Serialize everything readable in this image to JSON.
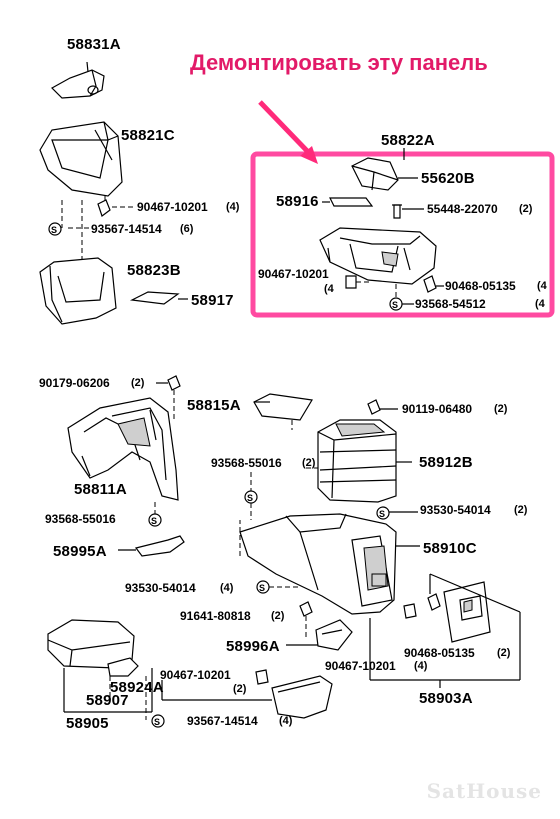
{
  "annotation": {
    "text": "Демонтировать эту панель",
    "color": "#e21a68"
  },
  "highlight_color": "#e21a68",
  "watermark": "SatHouse",
  "parts": {
    "p58831A": "58831A",
    "p58821C": "58821C",
    "p90467_10201_top": "90467-10201",
    "q90467_10201_top": "(4)",
    "p93567_14514_top": "93567-14514",
    "q93567_14514_top": "(6)",
    "p58823B": "58823B",
    "p58917": "58917",
    "p58822A": "58822A",
    "p55620B": "55620B",
    "p58916": "58916",
    "p55448_22070": "55448-22070",
    "q55448_22070": "(2)",
    "p90467_10201_box": "90467-10201",
    "q90467_10201_box": "(4",
    "p90468_05135_box": "90468-05135",
    "q90468_05135_box": "(4",
    "p93568_54512": "93568-54512",
    "q93568_54512": "(4",
    "p90179_06206": "90179-06206",
    "q90179_06206": "(2)",
    "p58815A": "58815A",
    "p90119_06480": "90119-06480",
    "q90119_06480": "(2)",
    "p93568_55016_a": "93568-55016",
    "q93568_55016_a": "(2)",
    "p58912B": "58912B",
    "p58811A": "58811A",
    "p93530_54014_a": "93530-54014",
    "q93530_54014_a": "(2)",
    "p93568_55016_b": "93568-55016",
    "p58910C": "58910C",
    "p58995A": "58995A",
    "p93530_54014_b": "93530-54014",
    "q93530_54014_b": "(4)",
    "p91641_80818": "91641-80818",
    "q91641_80818": "(2)",
    "p58996A": "58996A",
    "p90468_05135_b": "90468-05135",
    "q90468_05135_b": "(2)",
    "p90467_10201_c": "90467-10201",
    "q90467_10201_c": "(2)",
    "p90467_10201_d": "90467-10201",
    "q90467_10201_d": "(4)",
    "p58924A": "58924A",
    "p58907": "58907",
    "p58903A": "58903A",
    "p58905": "58905",
    "p93567_14514_b": "93567-14514",
    "q93567_14514_b": "(4)"
  }
}
